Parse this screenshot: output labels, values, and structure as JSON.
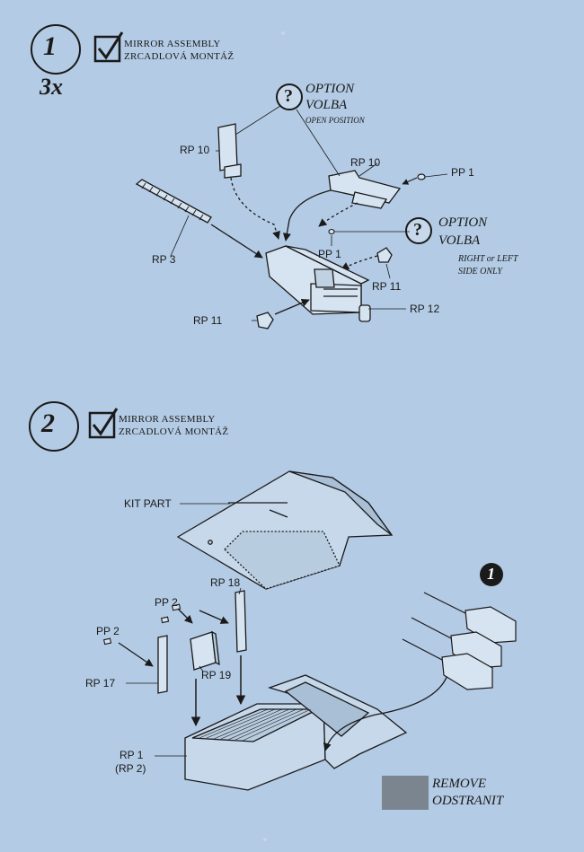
{
  "steps": [
    {
      "number": "1",
      "multiplier": "3x",
      "title_en": "MIRROR  ASSEMBLY",
      "title_cz": "ZRCADLOVÁ MONTÁŽ",
      "option1": {
        "q": "?",
        "en": "OPTION",
        "cz": "VOLBA",
        "note": "OPEN POSITION"
      },
      "option2": {
        "q": "?",
        "en": "OPTION",
        "cz": "VOLBA",
        "note1": "RIGHT or LEFT",
        "note2": "SIDE ONLY"
      },
      "labels": {
        "rp10a": "RP 10",
        "rp10b": "RP 10",
        "pp1a": "PP 1",
        "pp1b": "PP 1",
        "rp3": "RP 3",
        "rp11a": "RP 11",
        "rp11b": "RP 11",
        "rp12": "RP 12"
      }
    },
    {
      "number": "2",
      "title_en": "MIRROR  ASSEMBLY",
      "title_cz": "ZRCADLOVÁ MONTÁŽ",
      "ref_badge": "1",
      "labels": {
        "kit": "KIT PART",
        "pp2a": "PP 2",
        "pp2b": "PP 2",
        "rp18": "RP 18",
        "rp17": "RP 17",
        "rp19": "RP 19",
        "rp1": "RP 1",
        "rp2": "(RP 2)"
      }
    }
  ],
  "legend": {
    "en": "REMOVE",
    "cz": "ODSTRANIT",
    "swatch_color": "#7a8590"
  },
  "colors": {
    "background": "#b3cbe4",
    "ink": "#1a1a1a"
  }
}
